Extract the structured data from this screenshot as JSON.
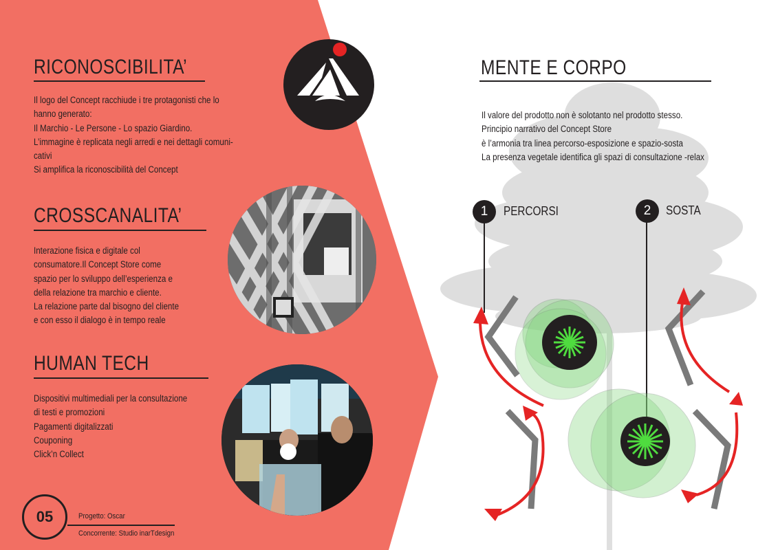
{
  "colors": {
    "salmon": "#f26f63",
    "dark": "#231f20",
    "red": "#e52424",
    "green": "#5fcf4f",
    "gray": "#7a7a7a"
  },
  "left": {
    "sections": [
      {
        "title": "RICONOSCIBILITA’",
        "lines": [
          "Il logo del Concept racchiude i tre protagonisti che lo",
          "hanno generato:",
          "Il Marchio - Le Persone - Lo spazio Giardino.",
          "L’immagine è replicata negli arredi e nei dettagli comuni-",
          "cativi",
          "Si amplifica la riconoscibilità del Concept"
        ]
      },
      {
        "title": "CROSSCANALITA’",
        "lines": [
          "Interazione fisica  e digitale col",
          "consumatore.Il Concept Store come",
          "spazio per lo sviluppo dell’esperienza e",
          "della relazione  tra marchio e cliente.",
          "La relazione parte dal bisogno del cliente",
          "e con  esso il dialogo è in tempo reale"
        ]
      },
      {
        "title": "HUMAN TECH",
        "lines": [
          "Dispositivi multimediali per la consultazione",
          "di testi e promozioni",
          "Pagamenti digitalizzati",
          "Couponing",
          "Click’n Collect"
        ]
      }
    ]
  },
  "right": {
    "title": "MENTE E CORPO",
    "lines": [
      "Il valore del prodotto non è solotanto nel prodotto stesso.",
      "Principio narrativo del Concept Store",
      "è l’armonia tra linea percorso-esposizione e spazio-sosta",
      "La presenza vegetale identifica gli spazi di consultazione -relax"
    ],
    "markers": [
      {
        "number": "1",
        "label": "PERCORSI"
      },
      {
        "number": "2",
        "label": "SOSTA"
      }
    ]
  },
  "footer": {
    "page_number": "05",
    "project": "Progetto: Oscar",
    "competitor": "Concorrente: Studio inarTdesign"
  }
}
